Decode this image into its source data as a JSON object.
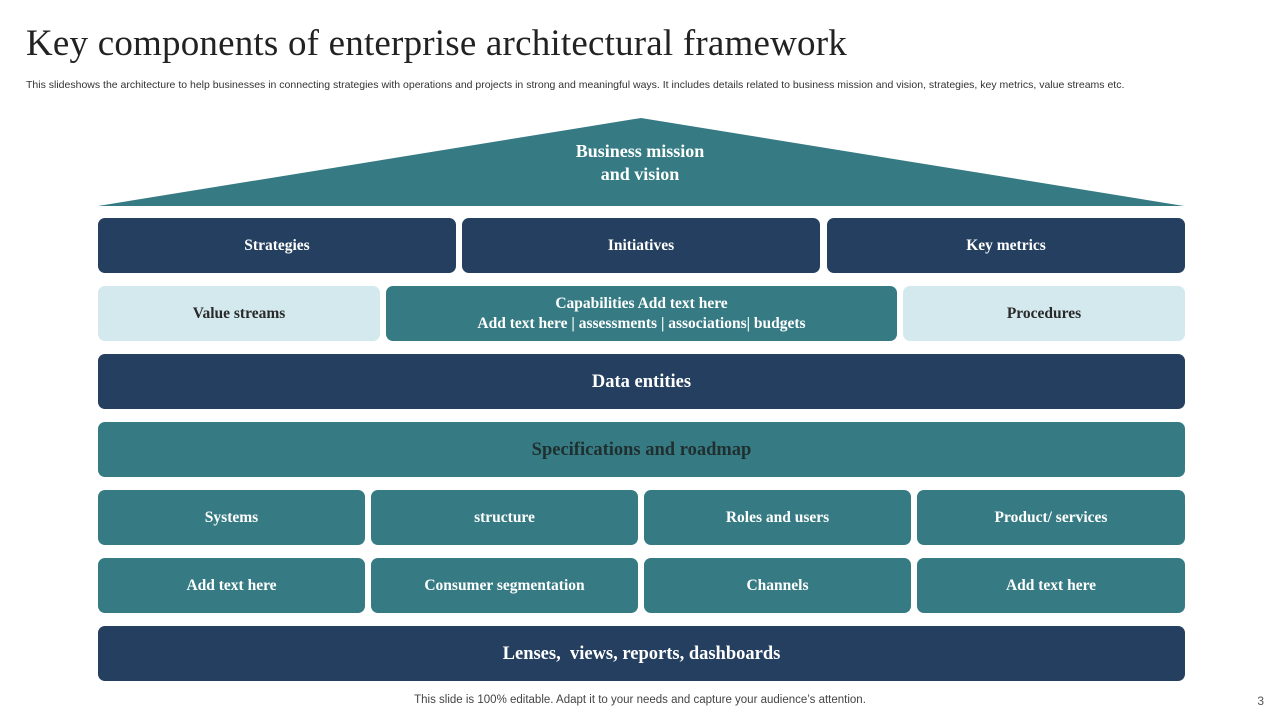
{
  "title": "Key components of enterprise architectural framework",
  "subtitle": "This slideshows the architecture to help businesses in connecting strategies with operations and projects in strong and meaningful ways. It includes details related to business mission and vision, strategies, key metrics, value streams etc.",
  "colors": {
    "navy": "#243f5f",
    "teal": "#367b83",
    "light": "#d3e9ee"
  },
  "roof": {
    "line1": "Business mission",
    "line2": "and vision"
  },
  "row1": [
    "Strategies",
    "Initiatives",
    "Key metrics"
  ],
  "row2": {
    "left": "Value streams",
    "center_line1": "Capabilities Add text here",
    "center_line2": "Add text here | assessments | associations| budgets",
    "right": "Procedures"
  },
  "row3": "Data entities",
  "row4": "Specifications and roadmap",
  "row5": [
    "Systems",
    "structure",
    "Roles and users",
    "Product/ services"
  ],
  "row6": [
    "Add text here",
    "Consumer segmentation",
    "Channels",
    "Add text here"
  ],
  "row7": "Lenses,  views, reports, dashboards",
  "footer": "This slide is 100% editable. Adapt it to your needs and capture your audience’s attention.",
  "page_number": "3"
}
